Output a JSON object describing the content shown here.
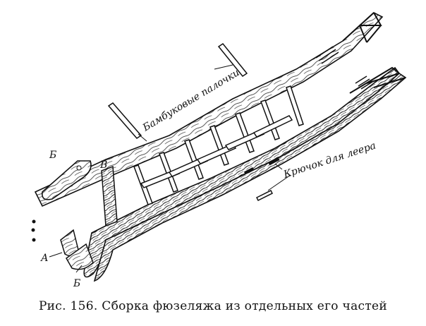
{
  "figure": {
    "labels": {
      "bamboo_sticks": "Бамбуковые палочки",
      "hook": "Крючок для леера",
      "part_b_top": "Б",
      "part_v": "В",
      "part_a": "А",
      "part_b_bottom": "Б"
    },
    "caption": "Рис. 156. Сборка фюзеляжа из отдельных его частей"
  }
}
